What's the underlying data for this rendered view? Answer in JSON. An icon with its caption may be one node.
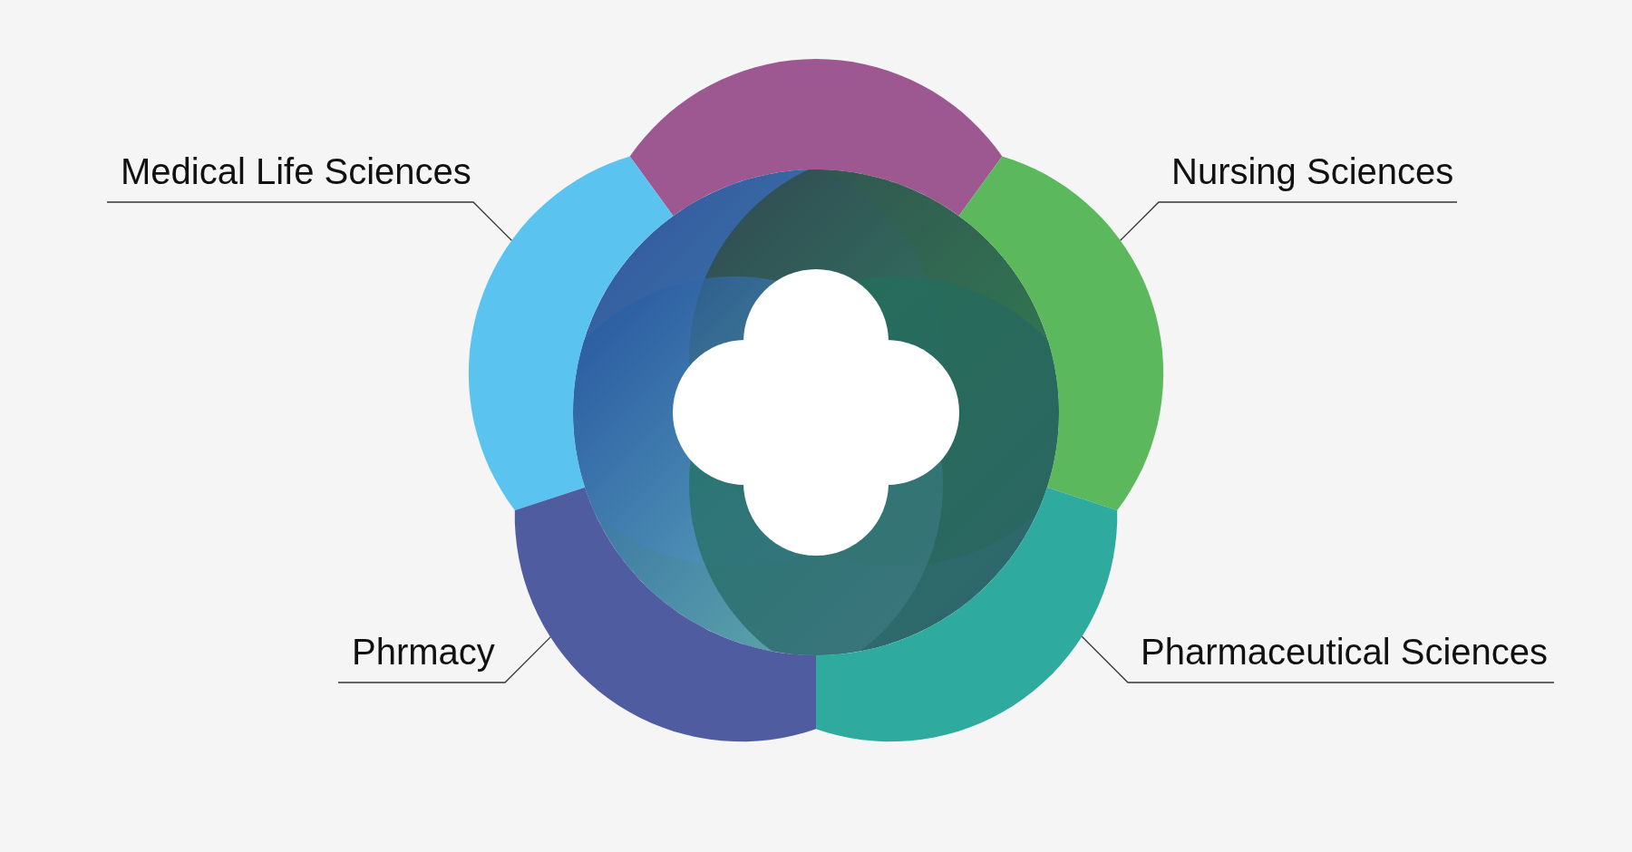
{
  "diagram": {
    "nodes": [
      {
        "text": [
          "Medical Life Sciences"
        ]
      },
      {
        "text": [],
        "shape": "circle"
      },
      {
        "text": [
          "Nursing Sciences"
        ]
      },
      {
        "text": [],
        "shape": "circle"
      },
      {
        "text": [
          "Phrmacy"
        ]
      },
      {
        "text": [],
        "shape": "circle"
      },
      {
        "text": [
          "Pharmaceutical Sciences"
        ]
      },
      {
        "text": [],
        "shape": "circle"
      }
    ],
    "edges": [
      {
        "from": 0,
        "to": 1,
        "arrow": "none"
      },
      {
        "from": 2,
        "to": 3,
        "arrow": "none"
      },
      {
        "from": 4,
        "to": 5,
        "arrow": "none"
      },
      {
        "from": 6,
        "to": 7,
        "arrow": "none"
      }
    ]
  }
}
